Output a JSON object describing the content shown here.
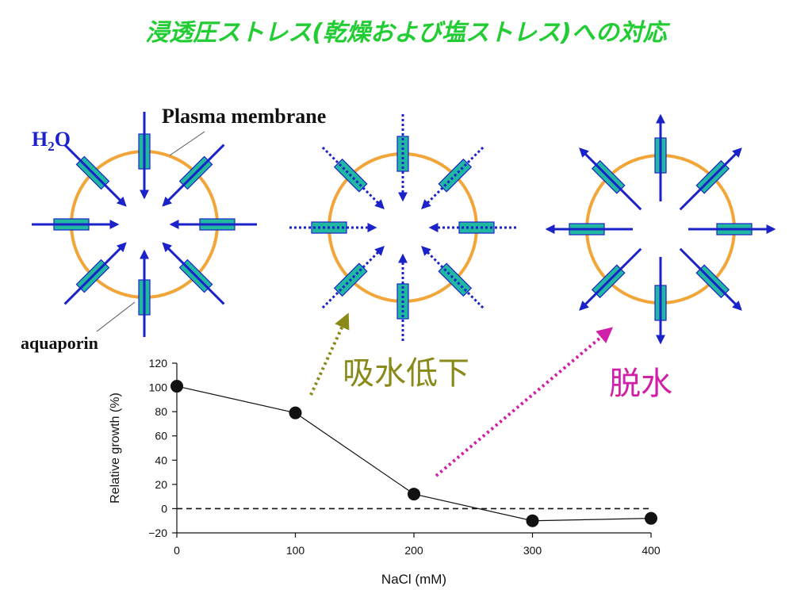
{
  "title": "浸透圧ストレス(乾燥および塩ストレス)への対応",
  "labels": {
    "plasma_membrane": "Plasma  membrane",
    "h2o_main": "H",
    "h2o_sub": "2",
    "h2o_tail": "O",
    "aquaporin": "aquaporin",
    "reduced_uptake": "吸水低下",
    "dehydration": "脱水"
  },
  "colors": {
    "title": "#22cc33",
    "membrane": "#f2a63a",
    "arrow": "#1a22c8",
    "channel_fill": "#20b8a0",
    "channel_stroke": "#1a22c8",
    "olive": "#8a8a1a",
    "magenta": "#d020a8"
  },
  "chart_data": {
    "type": "line",
    "x": [
      0,
      100,
      200,
      300,
      400
    ],
    "y": [
      101,
      79,
      12,
      -10,
      -8
    ],
    "xlabel": "NaCl (mM)",
    "ylabel": "Relative growth (%)",
    "xticks": [
      "0",
      "100",
      "200",
      "300",
      "400"
    ],
    "yticks": [
      "−20",
      "0",
      "20",
      "40",
      "60",
      "80",
      "100",
      "120"
    ],
    "xlim": [
      0,
      400
    ],
    "ylim": [
      -20,
      120
    ],
    "reference_line_y": 0
  }
}
